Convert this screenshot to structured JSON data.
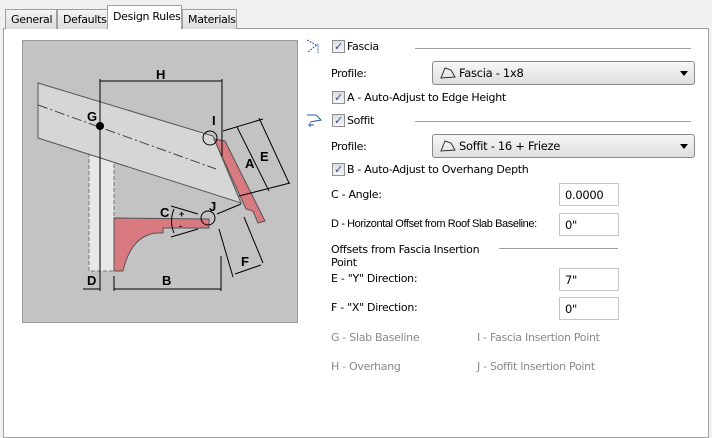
{
  "tabs": [
    {
      "label": "General"
    },
    {
      "label": "Defaults"
    },
    {
      "label": "Design Rules"
    },
    {
      "label": "Materials"
    }
  ],
  "diagram": {
    "labels": {
      "H": "H",
      "G": "G",
      "I": "I",
      "A": "A",
      "E": "E",
      "C": "C",
      "J": "J",
      "D": "D",
      "B": "B",
      "F": "F",
      "plus": "+",
      "minus": "-"
    }
  },
  "fascia": {
    "label": "Fascia",
    "checked": true,
    "profile_label": "Profile:",
    "profile_value": "Fascia - 1x8",
    "auto_adjust_label": "A - Auto-Adjust to Edge Height",
    "auto_adjust_checked": true
  },
  "soffit": {
    "label": "Soffit",
    "checked": true,
    "profile_label": "Profile:",
    "profile_value": "Soffit - 16 + Frieze",
    "auto_adjust_label": "B - Auto-Adjust to Overhang Depth",
    "auto_adjust_checked": true
  },
  "angle": {
    "label": "C - Angle:",
    "value": "0.0000"
  },
  "horizontal_offset": {
    "label": "D - Horizontal Offset from Roof Slab Baseline:",
    "value": "0\""
  },
  "offsets_group": {
    "label": "Offsets from Fascia Insertion Point"
  },
  "y_direction": {
    "label": "E - \"Y\" Direction:",
    "value": "7\""
  },
  "x_direction": {
    "label": "F - \"X\" Direction:",
    "value": "0\""
  },
  "legend": {
    "g": "G - Slab Baseline",
    "i": "I - Fascia Insertion Point",
    "h": "H - Overhang",
    "j": "J - Soffit Insertion Point"
  },
  "colors": {
    "accent_red": "#d97a80",
    "check": "#3a4d8c"
  },
  "check_mark": "✓"
}
